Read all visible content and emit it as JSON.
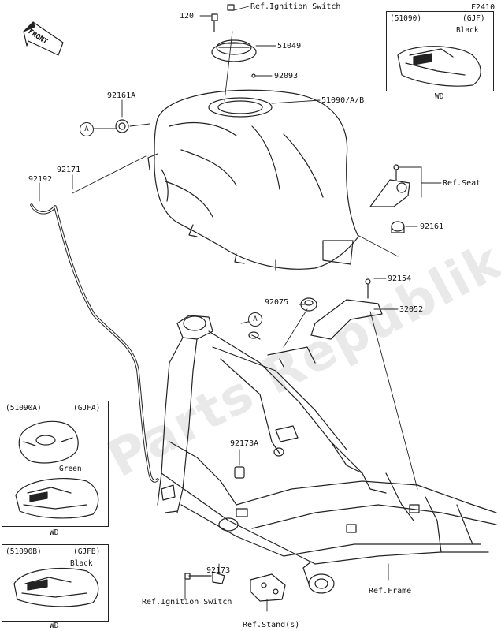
{
  "figure_code": "F2410",
  "front_label": "FRONT",
  "watermark": "Parts Republik",
  "parts": {
    "p120": "120",
    "p51049": "51049",
    "p92093": "92093",
    "p92161A": "92161A",
    "p51090AB": "51090/A/B",
    "p92171": "92171",
    "p92192": "92192",
    "p92161": "92161",
    "p92154": "92154",
    "p92075": "92075",
    "p32052": "32052",
    "p92173A": "92173A",
    "p92173": "92173"
  },
  "refs": {
    "ignition_top": "Ref.Ignition Switch",
    "seat": "Ref.Seat",
    "frame": "Ref.Frame",
    "ignition_bottom": "Ref.Ignition Switch",
    "stand": "Ref.Stand(s)"
  },
  "markers": {
    "a1": "A",
    "a2": "A"
  },
  "variants": {
    "gjf": {
      "part": "(51090)",
      "code": "(GJF)",
      "color": "Black",
      "region": "WD"
    },
    "gjfa": {
      "part": "(51090A)",
      "code": "(GJFA)",
      "color": "Green",
      "region": "WD"
    },
    "gjfb": {
      "part": "(51090B)",
      "code": "(GJFB)",
      "color": "Black",
      "region": "WD"
    }
  }
}
